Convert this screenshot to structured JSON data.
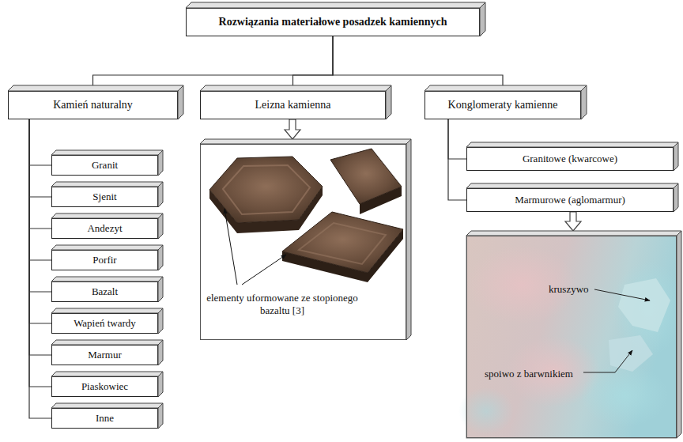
{
  "diagram": {
    "nodes": [
      {
        "text": [
          "Rozwiązania materiałowe posadzek kamiennych"
        ]
      },
      {
        "text": [
          "Kamień naturalny"
        ]
      },
      {
        "text": [
          "Leizna kamienna"
        ]
      },
      {
        "text": [
          "Konglomeraty kamienne"
        ]
      },
      {
        "text": [
          "Granit"
        ]
      },
      {
        "text": [
          "Sjenit"
        ]
      },
      {
        "text": [
          "Andezyt"
        ]
      },
      {
        "text": [
          "Porfir"
        ]
      },
      {
        "text": [
          "Bazalt"
        ]
      },
      {
        "text": [
          "Wapień twardy"
        ]
      },
      {
        "text": [
          "Marmur"
        ]
      },
      {
        "text": [
          "Piaskowiec"
        ]
      },
      {
        "text": [
          "Inne"
        ]
      },
      {
        "text": [
          "elementy uformowane ze stopionego bazaltu [3]"
        ]
      },
      {
        "text": [
          "Granitowe (kwarcowe)"
        ]
      },
      {
        "text": [
          "Marmurowe (aglomarmur)"
        ]
      },
      {
        "text": [
          "kruszywo",
          "spoiwo z barwnikiem"
        ]
      }
    ],
    "edges": [
      {
        "from": 0,
        "to": 1,
        "arrow": "none"
      },
      {
        "from": 0,
        "to": 2,
        "arrow": "none"
      },
      {
        "from": 0,
        "to": 3,
        "arrow": "none"
      },
      {
        "from": 1,
        "to": 4,
        "arrow": "none"
      },
      {
        "from": 1,
        "to": 5,
        "arrow": "none"
      },
      {
        "from": 1,
        "to": 6,
        "arrow": "none"
      },
      {
        "from": 1,
        "to": 7,
        "arrow": "none"
      },
      {
        "from": 1,
        "to": 8,
        "arrow": "none"
      },
      {
        "from": 1,
        "to": 9,
        "arrow": "none"
      },
      {
        "from": 1,
        "to": 10,
        "arrow": "none"
      },
      {
        "from": 1,
        "to": 11,
        "arrow": "none"
      },
      {
        "from": 1,
        "to": 12,
        "arrow": "none"
      },
      {
        "from": 2,
        "to": 13,
        "arrow": "to"
      },
      {
        "from": 3,
        "to": 14,
        "arrow": "none"
      },
      {
        "from": 3,
        "to": 15,
        "arrow": "none"
      },
      {
        "from": 15,
        "to": 16,
        "arrow": "to"
      }
    ]
  }
}
